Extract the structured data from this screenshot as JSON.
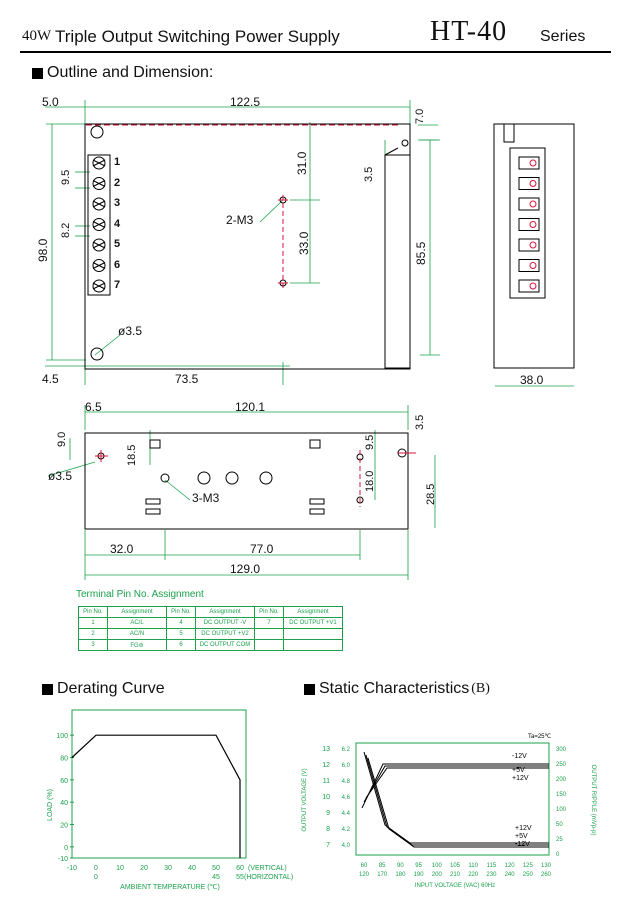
{
  "header": {
    "wattage": "40W",
    "title": "Triple Output Switching Power Supply",
    "model": "HT-40",
    "series": "Series"
  },
  "sections": {
    "outline": "Outline and Dimension:",
    "derating": "Derating Curve",
    "static": "Static Characteristics",
    "static_suffix": "(B)"
  },
  "top_view": {
    "dims": {
      "left_offset": "5.0",
      "length": "122.5",
      "right_tab": "7.0",
      "terminal_to_hole": "31.0",
      "gap": "3.5",
      "hole_spacing": "33.0",
      "height": "98.0",
      "inner_height": "85.5",
      "pitch1": "9.5",
      "pitch2": "8.2",
      "bottom_offset": "4.5",
      "bottom_hole": "73.5",
      "hole_dia": "ø3.5",
      "screw": "2-M3",
      "side_width": "38.0"
    },
    "terminals": [
      "1",
      "2",
      "3",
      "4",
      "5",
      "6",
      "7"
    ]
  },
  "bottom_view": {
    "dims": {
      "left_offset": "6.5",
      "length": "120.1",
      "right_gap": "3.5",
      "height_left": "9.0",
      "hole_dia": "ø3.5",
      "top_offset": "18.5",
      "right_vert1": "9.5",
      "right_vert2": "18.0",
      "height_right": "28.5",
      "screw": "3-M3",
      "bottom_left": "32.0",
      "bottom_mid": "77.0",
      "total": "129.0"
    }
  },
  "pin_table": {
    "title": "Terminal Pin No. Assignment",
    "headers": [
      "Pin No.",
      "Assignment",
      "Pin No.",
      "Assignment",
      "Pin No.",
      "Assignment"
    ],
    "rows": [
      [
        "1",
        "AC/L",
        "4",
        "DC OUTPUT -V",
        "7",
        "DC OUTPUT +V1"
      ],
      [
        "2",
        "AC/N",
        "5",
        "DC OUTPUT +V2",
        "",
        ""
      ],
      [
        "3",
        "FG⊜",
        "6",
        "DC OUTPUT COM",
        "",
        ""
      ]
    ]
  },
  "derating": {
    "y_ticks": [
      "100",
      "80",
      "60",
      "40",
      "20",
      "0",
      "-10"
    ],
    "x_ticks_top": [
      "-10",
      "0",
      "10",
      "20",
      "30",
      "40",
      "50",
      "60"
    ],
    "x_ticks_bottom": [
      "0",
      "45",
      "55"
    ],
    "vertical_note": "(VERTICAL)",
    "horizontal_note": "(HORIZONTAL)",
    "ylabel": "LOAD (%)",
    "xlabel": "AMBIENT TEMPERATURE (℃)",
    "curve": [
      [
        -10,
        80
      ],
      [
        0,
        100
      ],
      [
        50,
        100
      ],
      [
        60,
        60
      ]
    ]
  },
  "static_chart": {
    "ta": "Ta=25℃",
    "left_ticks": [
      "13",
      "12",
      "11",
      "10",
      "9",
      "8",
      "7"
    ],
    "left_ticks2": [
      "6.2",
      "6.0",
      "4.8",
      "4.6",
      "4.4",
      "4.2",
      "4.0"
    ],
    "right_ticks": [
      "300",
      "250",
      "200",
      "150",
      "100",
      "50",
      "25",
      "0"
    ],
    "x_top": [
      "60",
      "85",
      "90",
      "95",
      "100",
      "105",
      "110",
      "115",
      "120",
      "125",
      "130"
    ],
    "x_bottom": [
      "120",
      "170",
      "180",
      "190",
      "200",
      "210",
      "220",
      "230",
      "240",
      "250",
      "260"
    ],
    "ylabel_left": "OUTPUT VOLTAGE (V)",
    "ylabel_right": "OUTPUT RIPPLE (mVp-p)",
    "xlabel": "INPUT VOLTAGE (VAC) 60Hz",
    "labels_top": [
      "-12V",
      "+5V",
      "+12V"
    ],
    "labels_bottom": [
      "+12V",
      "+5V",
      "-12V"
    ]
  }
}
